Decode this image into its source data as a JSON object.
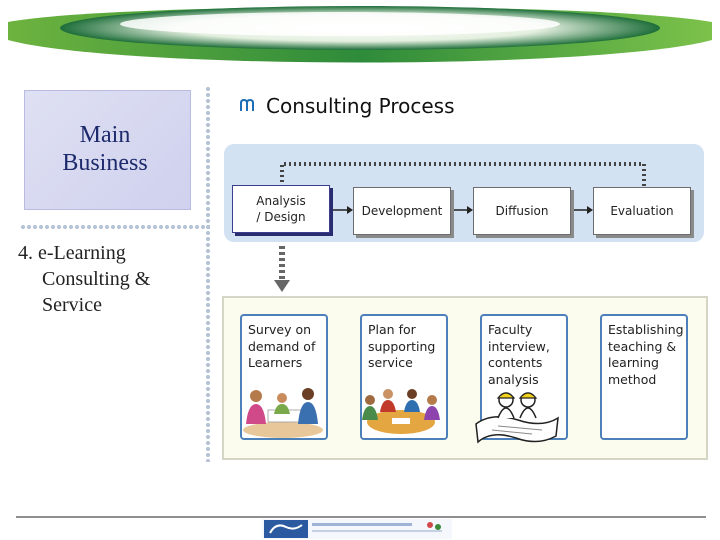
{
  "slide": {
    "title_lines": [
      "Main",
      "Business"
    ],
    "side_item": {
      "line1": "4. e-Learning",
      "line2": "Consulting &",
      "line3": "Service"
    },
    "heading": "Consulting Process",
    "stages": [
      {
        "label": "Analysis\n/ Design"
      },
      {
        "label": "Development"
      },
      {
        "label": "Diffusion"
      },
      {
        "label": "Evaluation"
      }
    ],
    "details": [
      {
        "text": "Survey on demand of Learners",
        "illustration": "meeting-people-illustration"
      },
      {
        "text": "Plan for supporting service",
        "illustration": "group-discussion-illustration"
      },
      {
        "text": "Faculty interview, contents analysis",
        "illustration": "engineers-blueprint-illustration"
      },
      {
        "text": "Establishing teaching & learning method",
        "illustration": ""
      }
    ]
  },
  "colors": {
    "title_box": "#cfd1ee",
    "title_text": "#1d2a6b",
    "panel": "#d3e2f3",
    "detail_border": "#4b80b8",
    "banner_green": "#2e8b3a"
  }
}
